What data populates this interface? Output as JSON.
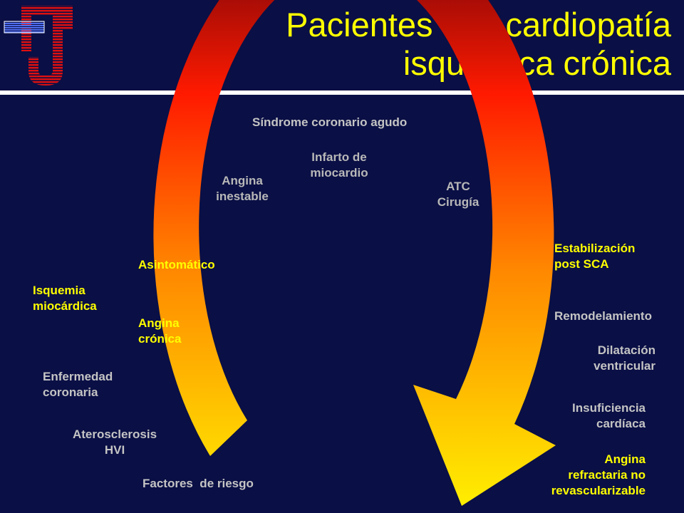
{
  "title": {
    "line1": "Pacientes con cardiopatía",
    "line2": "isquémica crónica"
  },
  "colors": {
    "background": "#0a0f45",
    "title": "#ffff00",
    "ring_top": "#6a0a0a",
    "ring_mid": "#ff1a00",
    "ring_bottom": "#ffee00",
    "label_gray": "#c4c4c4",
    "label_yellow": "#ffff00"
  },
  "labels": {
    "sca": "Síndrome coronario agudo",
    "infarto_1": "Infarto de",
    "infarto_2": "miocardio",
    "angina_inestable_1": "Angina",
    "angina_inestable_2": "inestable",
    "atc_1": "ATC",
    "atc_2": "Cirugía",
    "asintomatico": "Asintomático",
    "angina_cronica_1": "Angina",
    "angina_cronica_2": "crónica",
    "isquemia_1": "Isquemia",
    "isquemia_2": "miocárdica",
    "enfermedad_1": "Enfermedad",
    "enfermedad_2": "coronaria",
    "aterosclerosis_1": "Aterosclerosis",
    "aterosclerosis_2": "HVI",
    "factores": "Factores  de riesgo",
    "estabilizacion_1": "Estabilización",
    "estabilizacion_2": "post SCA",
    "remodelamiento": "Remodelamiento",
    "dilatacion_1": "Dilatación",
    "dilatacion_2": "ventricular",
    "insuficiencia_1": "Insuficiencia",
    "insuficiencia_2": "cardíaca",
    "refractaria_1": "Angina",
    "refractaria_2": "refractaria no",
    "refractaria_3": "revascularizable"
  },
  "icons": {
    "logo": "hospital-logo-icon"
  }
}
